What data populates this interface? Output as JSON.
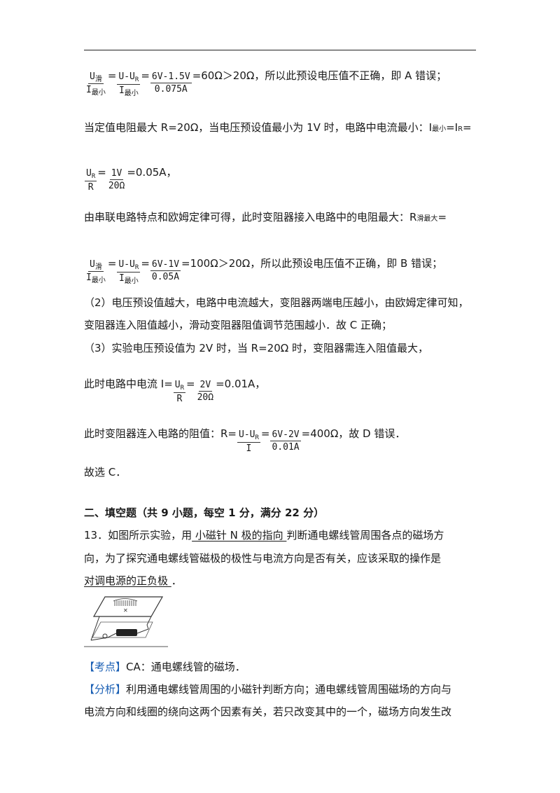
{
  "lines": {
    "l1_eq": "=",
    "l1_text": "=60Ω＞20Ω，所以此预设电压值不正确，即 A 错误；",
    "l2_text": "当定值电阻最大 R=20Ω，当电压预设值最小为 1V 时，电路中电流最小：I",
    "l2_sub": "最小",
    "l2_mid": "=I",
    "l2_sub2": "R",
    "l2_end": "=",
    "l3_text": "=0.05A，",
    "l4_text": "由串联电路特点和欧姆定律可得，此时变阻器接入电路中的电阻最大：R",
    "l4_sub": "滑最大",
    "l4_end": "=",
    "l5_text": "=100Ω＞20Ω，所以此预设电压值不正确，即 B 错误；",
    "l6_text": "（2）电压预设值越大，电路中电流越大，变阻器两端电压越小，由欧姆定律可知，",
    "l7_text": "变阻器连入阻值越小，滑动变阻器阻值调节范围越小．故 C 正确；",
    "l8_text": "（3）实验电压预设值为 2V 时，当 R=20Ω 时，变阻器需连入阻值最大，",
    "l9_pre": "此时电路中电流 I=",
    "l9_text": "=0.01A，",
    "l10_pre": "此时变阻器连入电路的阻值：R=",
    "l10_text": "=400Ω，故 D 错误．",
    "l11_text": "故选 C．"
  },
  "fractions": {
    "f1": {
      "num": "U",
      "num_sub": "滑",
      "den": "I",
      "den_sub": "最小"
    },
    "f2": {
      "num": "U-U",
      "num_sub": "R",
      "den": "I",
      "den_sub": "最小"
    },
    "f3": {
      "num": "6V-1.5V",
      "den": "0.075A"
    },
    "f4": {
      "num": "U",
      "num_sub": "R",
      "den": "R"
    },
    "f5": {
      "num": "1V",
      "den": "20Ω"
    },
    "f6": {
      "num": "U",
      "num_sub": "滑",
      "den": "I",
      "den_sub": "最小"
    },
    "f7": {
      "num": "U-U",
      "num_sub": "R",
      "den": "I",
      "den_sub": "最小"
    },
    "f8": {
      "num": "6V-1V",
      "den": "0.05A"
    },
    "f9": {
      "num": "U",
      "num_sub": "R",
      "den": "R"
    },
    "f10": {
      "num": "2V",
      "den": "20Ω"
    },
    "f11": {
      "num": "U-U",
      "num_sub": "R",
      "den": "I"
    },
    "f12": {
      "num": "6V-2V",
      "den": "0.01A"
    }
  },
  "section": {
    "heading": "二、填空题（共 9 小题，每空 1 分，满分 22 分）"
  },
  "q13": {
    "line1_pre": "13．如图所示实验，用",
    "blank1": "  小磁针 N 极的指向  ",
    "line1_post": "判断通电螺线管周围各点的磁场方",
    "line2": "向，为了探究通电螺线管磁极的极性与电流方向是否有关，应该采取的操作是",
    "blank2": "对调电源的正负极  ",
    "line3_post": "．"
  },
  "kaodian": {
    "tag": "【考点】",
    "text": "CA：通电螺线管的磁场．"
  },
  "fenxi": {
    "tag": "【分析】",
    "text1": "利用通电螺线管周围的小磁针判断方向；通电螺线管周围磁场的方向与",
    "text2": "电流方向和线圈的绕向这两个因素有关，若只改变其中的一个，磁场方向发生改"
  },
  "colors": {
    "tag_color": "#1a5fb4",
    "text_color": "#1a1a1a"
  }
}
